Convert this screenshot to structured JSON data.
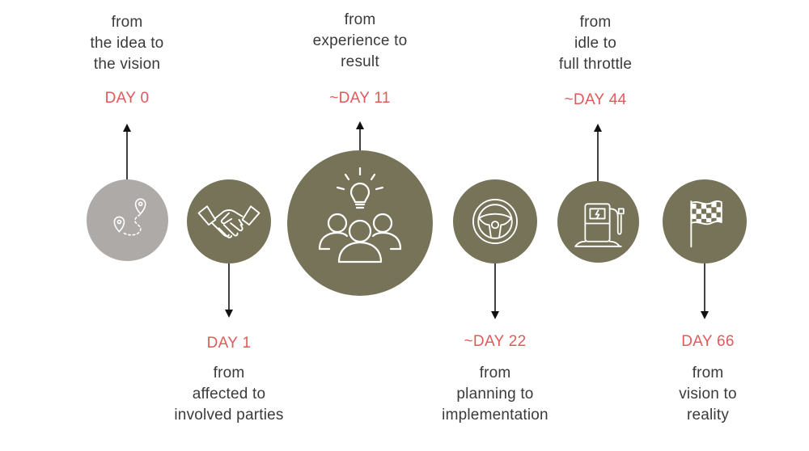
{
  "colors": {
    "accent": "#e05a5a",
    "circle_olive": "#767358",
    "circle_grey": "#aeaaa7",
    "text": "#3a3a3a",
    "line": "#111111"
  },
  "milestones": [
    {
      "day": "DAY 0",
      "caption": [
        "from",
        "the idea to",
        "the vision"
      ],
      "icon": "map-route-icon",
      "position": "top"
    },
    {
      "day": "DAY 1",
      "caption": [
        "from",
        "affected to",
        "involved parties"
      ],
      "icon": "handshake-icon",
      "position": "bottom"
    },
    {
      "day": "~DAY 11",
      "caption": [
        "from",
        "experience to",
        "result"
      ],
      "icon": "team-idea-icon",
      "position": "top"
    },
    {
      "day": "~DAY 22",
      "caption": [
        "from",
        "planning to",
        "implementation"
      ],
      "icon": "steering-wheel-icon",
      "position": "bottom"
    },
    {
      "day": "~DAY 44",
      "caption": [
        "from",
        "idle to",
        "full throttle"
      ],
      "icon": "charging-station-icon",
      "position": "top"
    },
    {
      "day": "DAY 66",
      "caption": [
        "from",
        "vision to",
        "reality"
      ],
      "icon": "finish-flag-icon",
      "position": "bottom"
    }
  ]
}
